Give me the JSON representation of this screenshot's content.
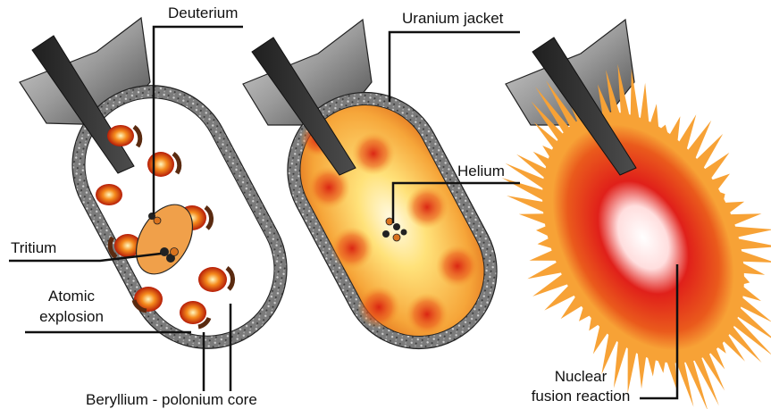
{
  "labels": {
    "deuterium": "Deuterium",
    "uranium_jacket": "Uranium jacket",
    "helium": "Helium",
    "tritium": "Tritium",
    "atomic_explosion_line1": "Atomic",
    "atomic_explosion_line2": "explosion",
    "core": "Beryllium - polonium core",
    "fusion_line1": "Nuclear",
    "fusion_line2": "fusion reaction"
  },
  "colors": {
    "casing_gray": "#8a8a8a",
    "fin_dark": "#2e2e2e",
    "capsule_orange": "#f0a04a",
    "explosion_red": "#d92a10",
    "fireball_yellow": "#ffe27a",
    "spike_orange": "#f7a236"
  }
}
